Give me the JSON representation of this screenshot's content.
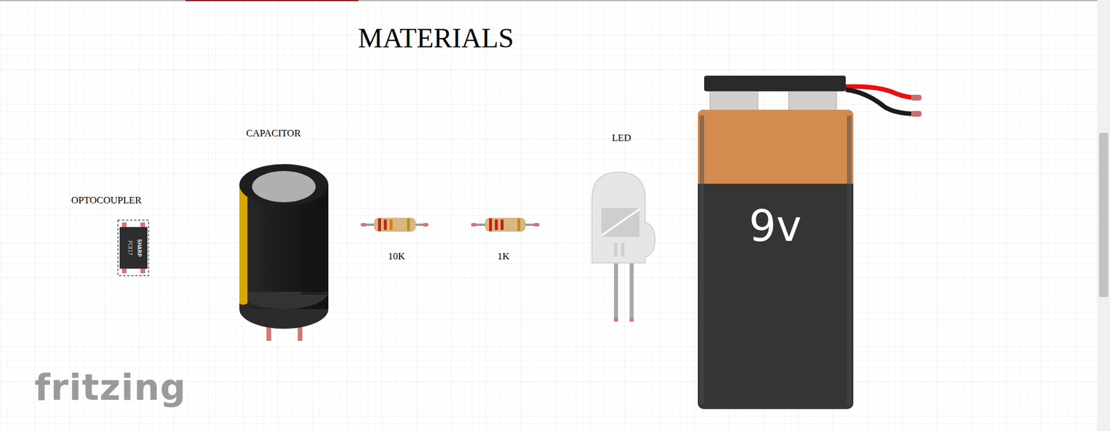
{
  "diagram": {
    "title": "MATERIALS",
    "labels": [
      "OPTOCOUPLER",
      "PC817",
      "SHARP",
      "CAPACITOR",
      "10K",
      "1K",
      "LED",
      "9v",
      "fritzing"
    ]
  }
}
